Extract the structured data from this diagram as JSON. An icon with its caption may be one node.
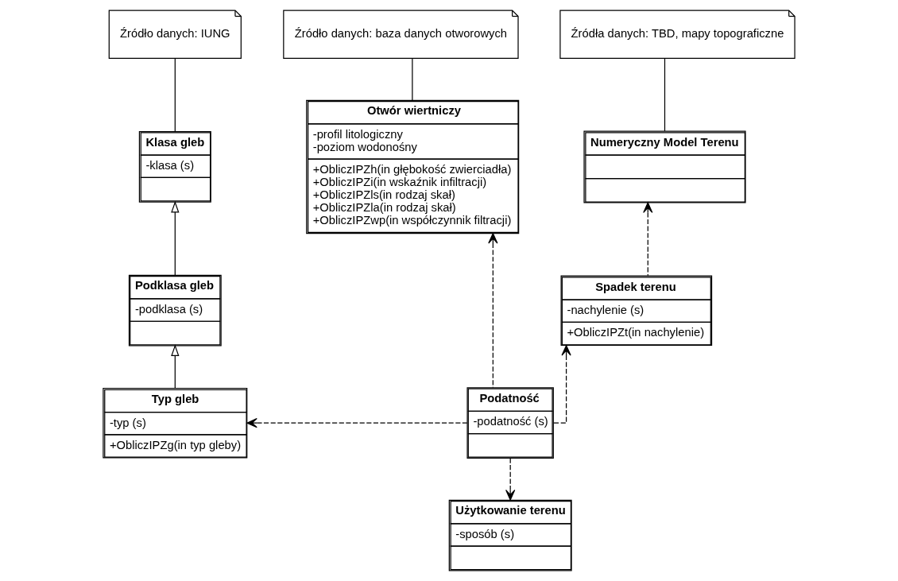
{
  "diagram": {
    "nodes": [
      {
        "text": [
          "Źródło danych: IUNG"
        ]
      },
      {
        "text": [
          "Źródła danych: TBD, mapy topograficzne"
        ]
      },
      {
        "text": [
          "Źródło danych: baza danych otworowych"
        ]
      },
      {
        "text": [
          "Klasa gleb",
          "-klasa (s)"
        ]
      },
      {
        "text": [
          "Numeryczny Model Terenu"
        ]
      },
      {
        "text": [
          "Otwór wiertniczy",
          "-profil litologiczny",
          "-poziom wodonośny",
          "+ObliczIPZh(in głębokość zwierciadła)",
          "+ObliczIPZi(in wskaźnik infiltracji)",
          "+ObliczIPZls(in rodzaj skał)",
          "+ObliczIPZla(in rodzaj skał)",
          "+ObliczIPZwp(in współczynnik filtracji)"
        ]
      },
      {
        "text": [
          "Podklasa gleb",
          "-podklasa (s)"
        ]
      },
      {
        "text": [
          "Spadek terenu",
          "-nachylenie (s)",
          "+ObliczIPZt(in nachylenie)"
        ]
      },
      {
        "text": [
          "Typ gleb",
          "-typ (s)",
          "+ObliczIPZg(in typ gleby)"
        ]
      },
      {
        "text": [
          "Podatność",
          "-podatność (s)"
        ]
      },
      {
        "text": [
          "Użytkowanie terenu",
          "-sposób (s)"
        ]
      }
    ],
    "edges": [
      {
        "from": 0,
        "to": 3,
        "arrow": "none"
      },
      {
        "from": 1,
        "to": 4,
        "arrow": "none"
      },
      {
        "from": 2,
        "to": 5,
        "arrow": "none"
      },
      {
        "from": 6,
        "to": 3,
        "arrow": "to"
      },
      {
        "from": 8,
        "to": 6,
        "arrow": "to"
      },
      {
        "from": 7,
        "to": 4,
        "arrow": "to",
        "style": "dashed"
      },
      {
        "from": 9,
        "to": 7,
        "arrow": "to",
        "style": "dashed"
      },
      {
        "from": 9,
        "to": 8,
        "arrow": "to",
        "style": "dashed"
      },
      {
        "from": 9,
        "to": 5,
        "arrow": "to",
        "style": "dashed"
      },
      {
        "from": 9,
        "to": 10,
        "arrow": "to",
        "style": "dashed"
      }
    ]
  }
}
